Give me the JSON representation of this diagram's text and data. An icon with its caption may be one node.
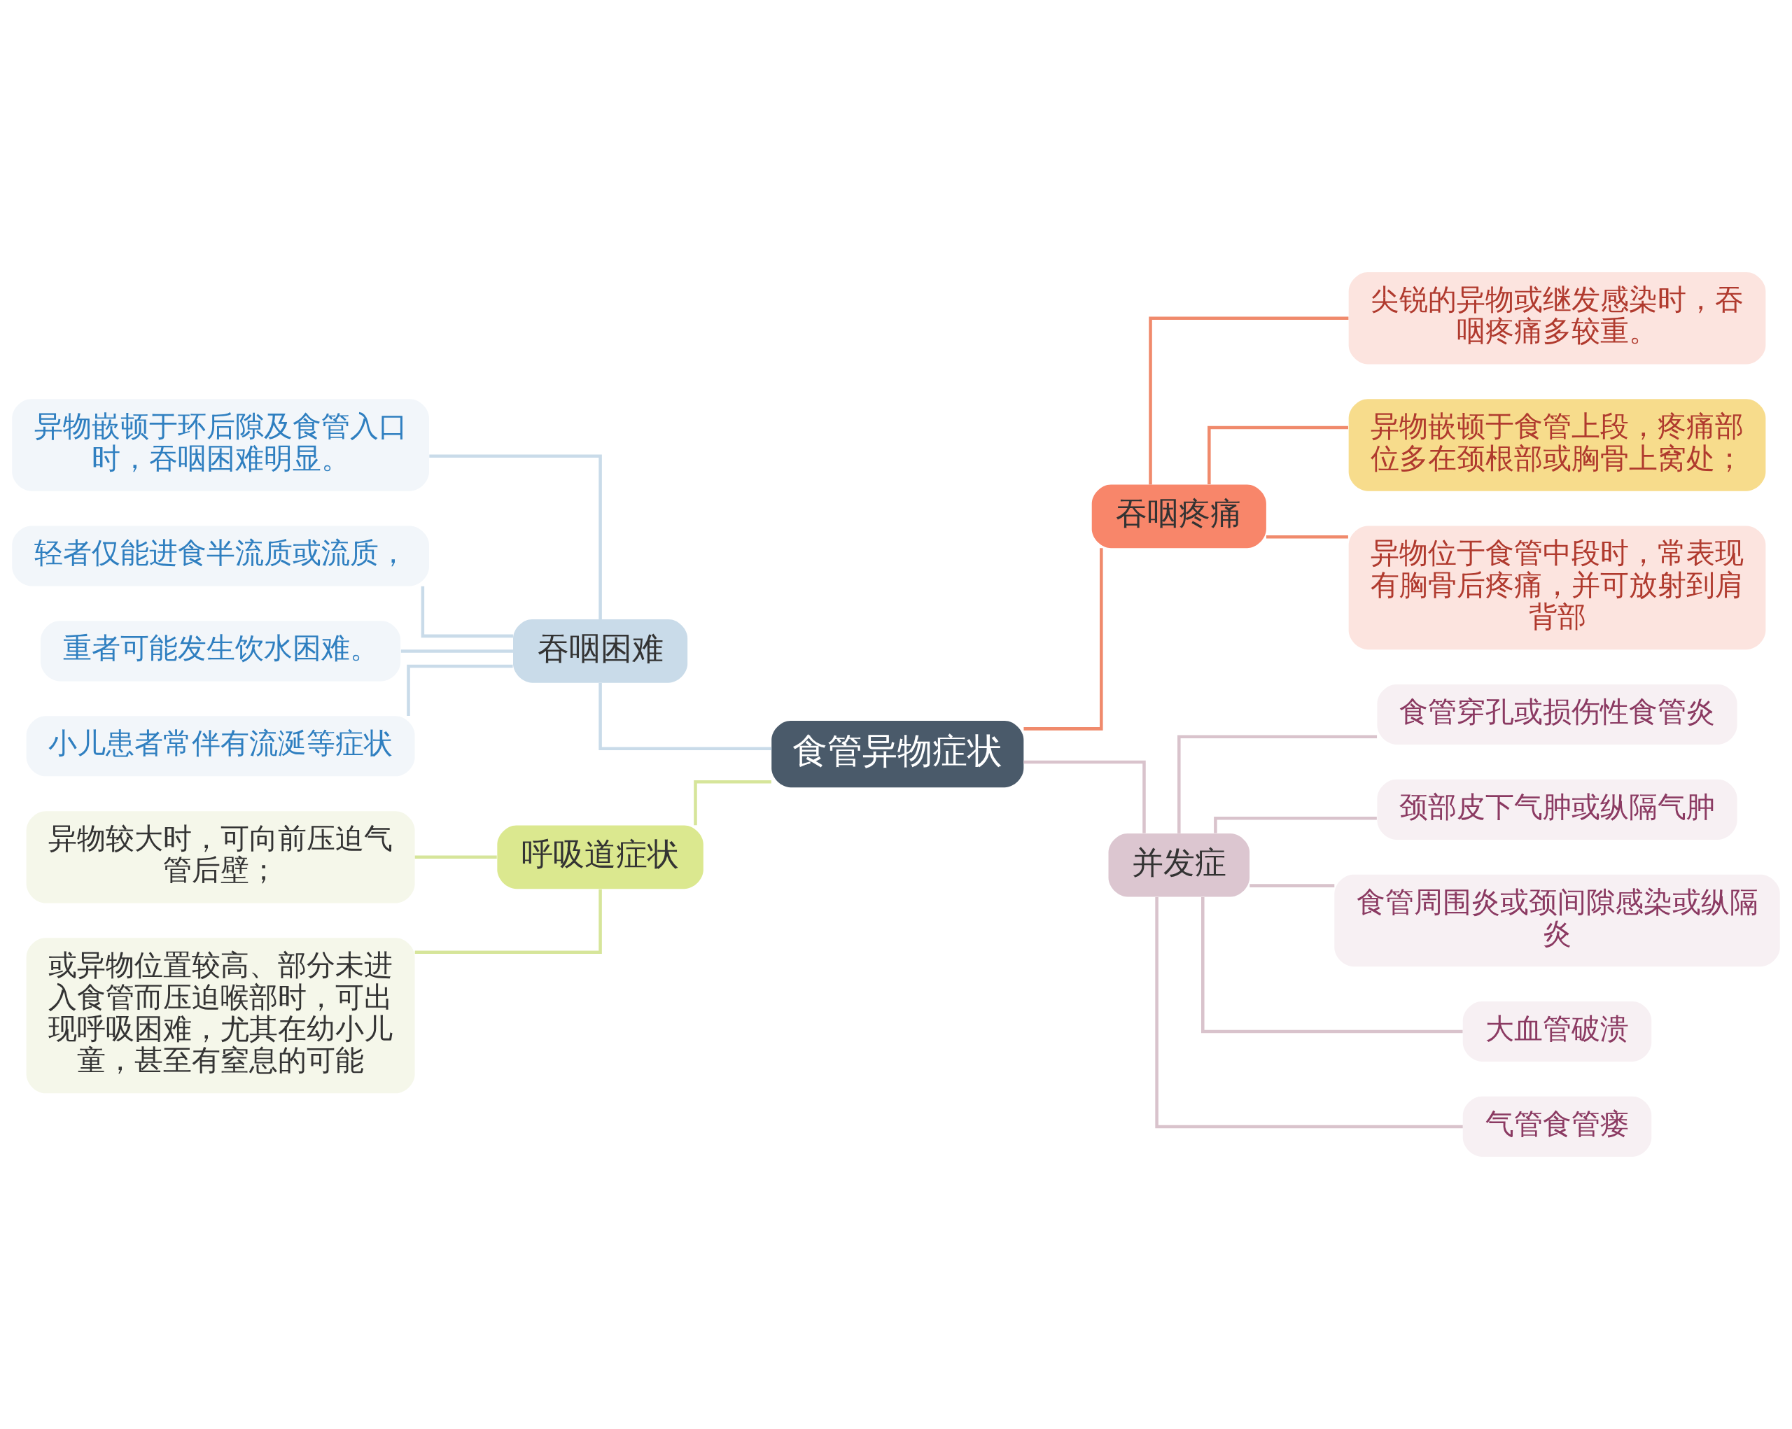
{
  "diagram": {
    "nodes": [
      {
        "text": [
          "食管异物症状"
        ]
      },
      {
        "text": [
          "吞咽困难"
        ]
      },
      {
        "text": [
          "异物嵌顿于环后隙及食管入口时，吞咽困难明显。"
        ]
      },
      {
        "text": [
          "轻者仅能进食半流质或流质，"
        ]
      },
      {
        "text": [
          "重者可能发生饮水困难。"
        ]
      },
      {
        "text": [
          "小儿患者常伴有流涎等症状"
        ]
      },
      {
        "text": [
          "呼吸道症状"
        ]
      },
      {
        "text": [
          "异物较大时，可向前压迫气管后壁；"
        ]
      },
      {
        "text": [
          "或异物位置较高、部分未进入食管而压迫喉部时，可出现呼吸困难，尤其在幼小儿童，甚至有窒息的可能"
        ]
      },
      {
        "text": [
          "吞咽疼痛"
        ]
      },
      {
        "text": [
          "尖锐的异物或继发感染时，吞咽疼痛多较重。"
        ]
      },
      {
        "text": [
          "异物嵌顿于食管上段，疼痛部位多在颈根部或胸骨上窝处；"
        ]
      },
      {
        "text": [
          "异物位于食管中段时，常表现有胸骨后疼痛，并可放射到肩背部"
        ]
      },
      {
        "text": [
          "并发症"
        ]
      },
      {
        "text": [
          "食管穿孔或损伤性食管炎"
        ]
      },
      {
        "text": [
          "颈部皮下气肿或纵隔气肿"
        ]
      },
      {
        "text": [
          "食管周围炎或颈间隙感染或纵隔炎"
        ]
      },
      {
        "text": [
          "大血管破溃"
        ]
      },
      {
        "text": [
          "气管食管瘘"
        ]
      }
    ],
    "edges": [
      {
        "from": 0,
        "to": 1,
        "arrow": "none",
        "color": "#c9dbe9"
      },
      {
        "from": 1,
        "to": 2,
        "arrow": "none",
        "color": "#c9dbe9"
      },
      {
        "from": 1,
        "to": 3,
        "arrow": "none",
        "color": "#c9dbe9"
      },
      {
        "from": 1,
        "to": 4,
        "arrow": "none",
        "color": "#c9dbe9"
      },
      {
        "from": 1,
        "to": 5,
        "arrow": "none",
        "color": "#c9dbe9"
      },
      {
        "from": 0,
        "to": 6,
        "arrow": "none",
        "color": "#d6e59a"
      },
      {
        "from": 6,
        "to": 7,
        "arrow": "none",
        "color": "#d6e59a"
      },
      {
        "from": 6,
        "to": 8,
        "arrow": "none",
        "color": "#d6e59a"
      },
      {
        "from": 0,
        "to": 9,
        "arrow": "none",
        "color": "#f08a6c"
      },
      {
        "from": 9,
        "to": 10,
        "arrow": "none",
        "color": "#f08a6c"
      },
      {
        "from": 9,
        "to": 11,
        "arrow": "none",
        "color": "#f08a6c"
      },
      {
        "from": 9,
        "to": 12,
        "arrow": "none",
        "color": "#f08a6c"
      },
      {
        "from": 0,
        "to": 13,
        "arrow": "none",
        "color": "#d9c3cc"
      },
      {
        "from": 13,
        "to": 14,
        "arrow": "none",
        "color": "#d9c3cc"
      },
      {
        "from": 13,
        "to": 15,
        "arrow": "none",
        "color": "#d9c3cc"
      },
      {
        "from": 13,
        "to": 16,
        "arrow": "none",
        "color": "#d9c3cc"
      },
      {
        "from": 13,
        "to": 17,
        "arrow": "none",
        "color": "#d9c3cc"
      },
      {
        "from": 13,
        "to": 18,
        "arrow": "none",
        "color": "#d9c3cc"
      }
    ]
  }
}
